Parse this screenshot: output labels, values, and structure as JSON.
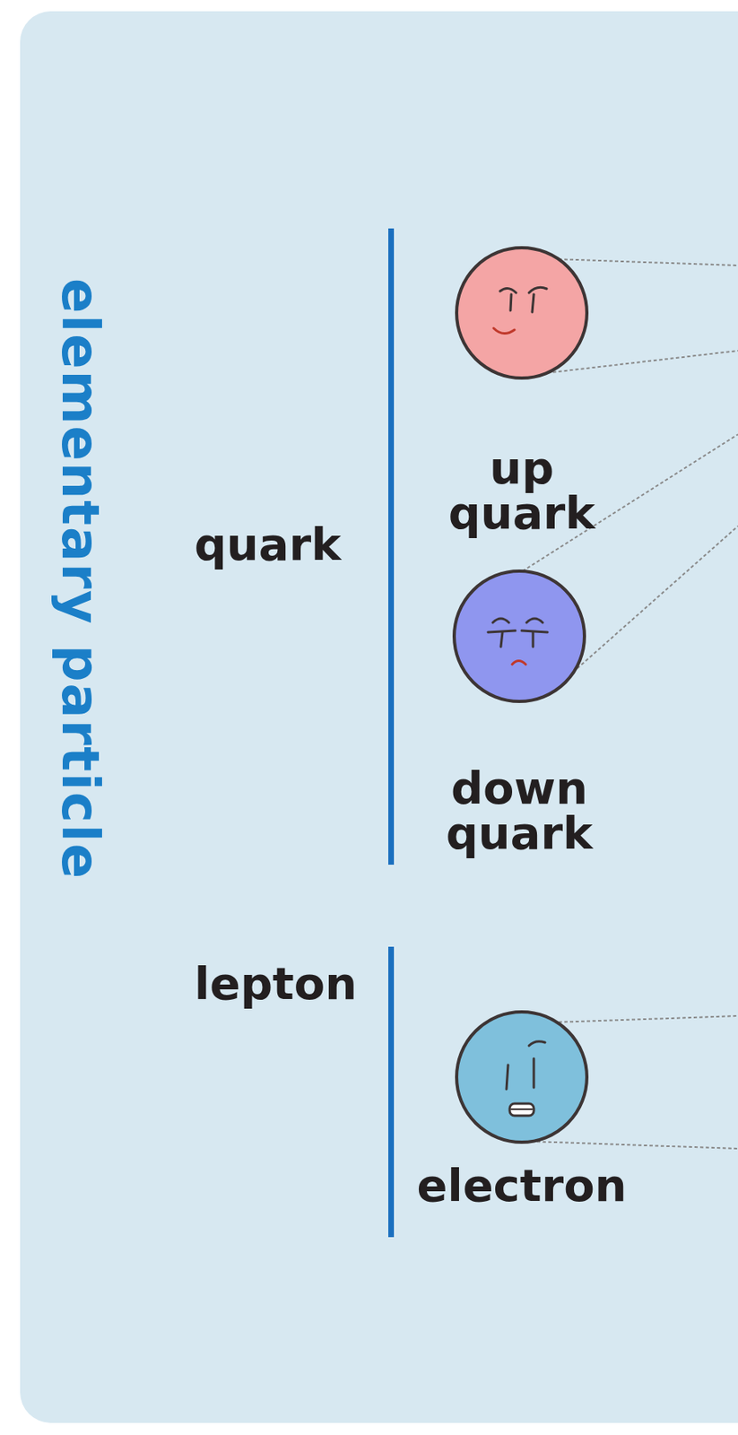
{
  "diagram": {
    "nodes": [
      {
        "text": [
          "elementary particle"
        ]
      },
      {
        "text": [
          "up quark"
        ],
        "in": 0
      },
      {
        "text": [
          "down quark"
        ],
        "in": 0
      },
      {
        "text": [
          "electron"
        ],
        "in": 0
      }
    ],
    "labels": [
      "quark",
      "lepton"
    ]
  }
}
